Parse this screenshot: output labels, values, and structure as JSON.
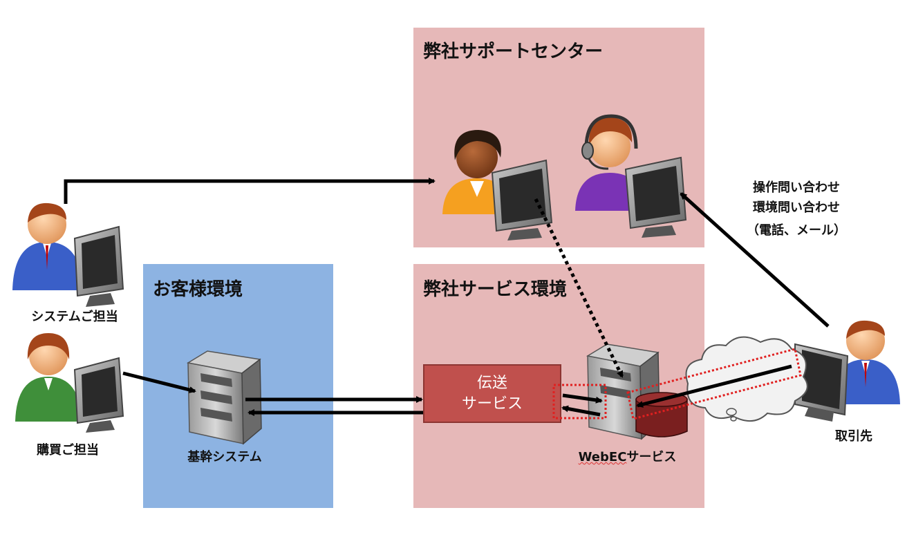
{
  "zones": {
    "support_center": "弊社サポートセンター",
    "customer_env": "お客様環境",
    "service_env": "弊社サービス環境"
  },
  "people": {
    "system_person": "システムご担当",
    "purchasing_person": "購買ご担当",
    "partner": "取引先"
  },
  "systems": {
    "core_system": "基幹システム",
    "transfer_service_line1": "伝送",
    "transfer_service_line2": "サービス",
    "webec_prefix": "WebEC",
    "webec_suffix": "サービス"
  },
  "inquiry": {
    "line1": "操作問い合わせ",
    "line2": "環境問い合わせ",
    "line3": "（電話、メール）"
  },
  "colors": {
    "support_bg": "#e6b8b8",
    "customer_bg": "#8db3e2",
    "service_bg": "#e6b8b8",
    "transfer_box": "#c0504d",
    "dotted_highlight": "#e02020"
  }
}
